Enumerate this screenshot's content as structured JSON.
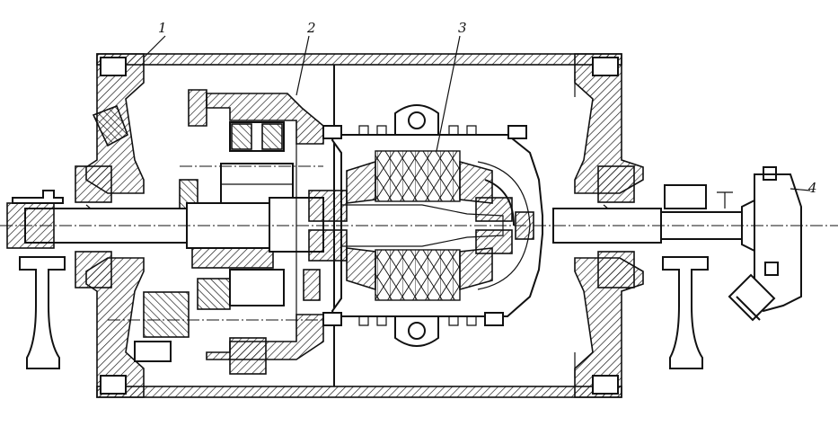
{
  "figure": {
    "callouts": [
      {
        "id": "callout-1",
        "label": "1"
      },
      {
        "id": "callout-2",
        "label": "2"
      },
      {
        "id": "callout-3",
        "label": "3"
      },
      {
        "id": "callout-4",
        "label": "4"
      }
    ]
  },
  "colors": {
    "ink": "#111111",
    "paper": "#ffffff"
  }
}
